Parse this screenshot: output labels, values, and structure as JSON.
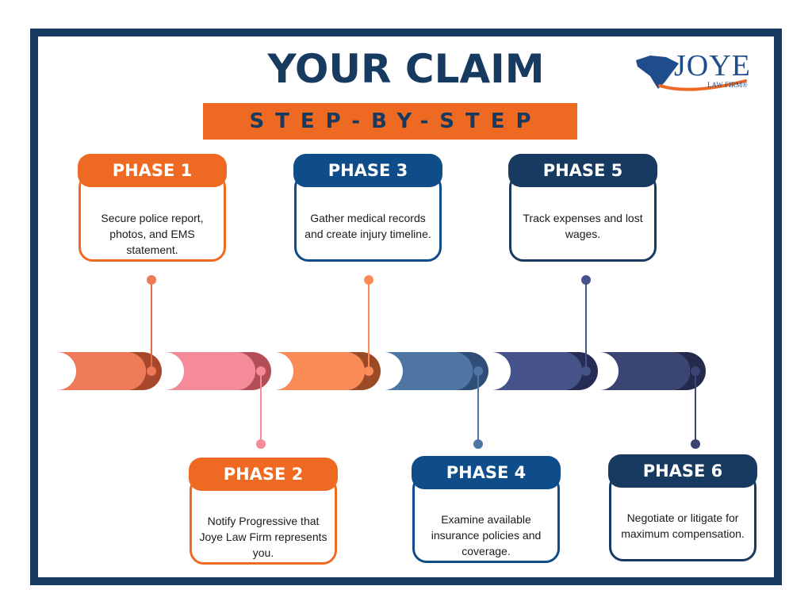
{
  "header": {
    "title": "YOUR CLAIM",
    "subtitle": "STEP-BY-STEP"
  },
  "logo": {
    "name": "JOYE",
    "sub": "LAW FIRM®"
  },
  "colors": {
    "frame": "#173a60",
    "orange": "#ee6a23",
    "blue": "#0f4c8a",
    "navy": "#173a60"
  },
  "phases": [
    {
      "label": "PHASE 1",
      "text": "Secure  police report, photos, and EMS statement."
    },
    {
      "label": "PHASE 2",
      "text": "Notify Progressive that Joye Law Firm represents you."
    },
    {
      "label": "PHASE 3",
      "text": "Gather medical records and create injury timeline."
    },
    {
      "label": "PHASE 4",
      "text": "Examine available insurance policies and coverage."
    },
    {
      "label": "PHASE 5",
      "text": "Track expenses and lost wages."
    },
    {
      "label": "PHASE 6",
      "text": "Negotiate or litigate for maximum compensation."
    }
  ]
}
